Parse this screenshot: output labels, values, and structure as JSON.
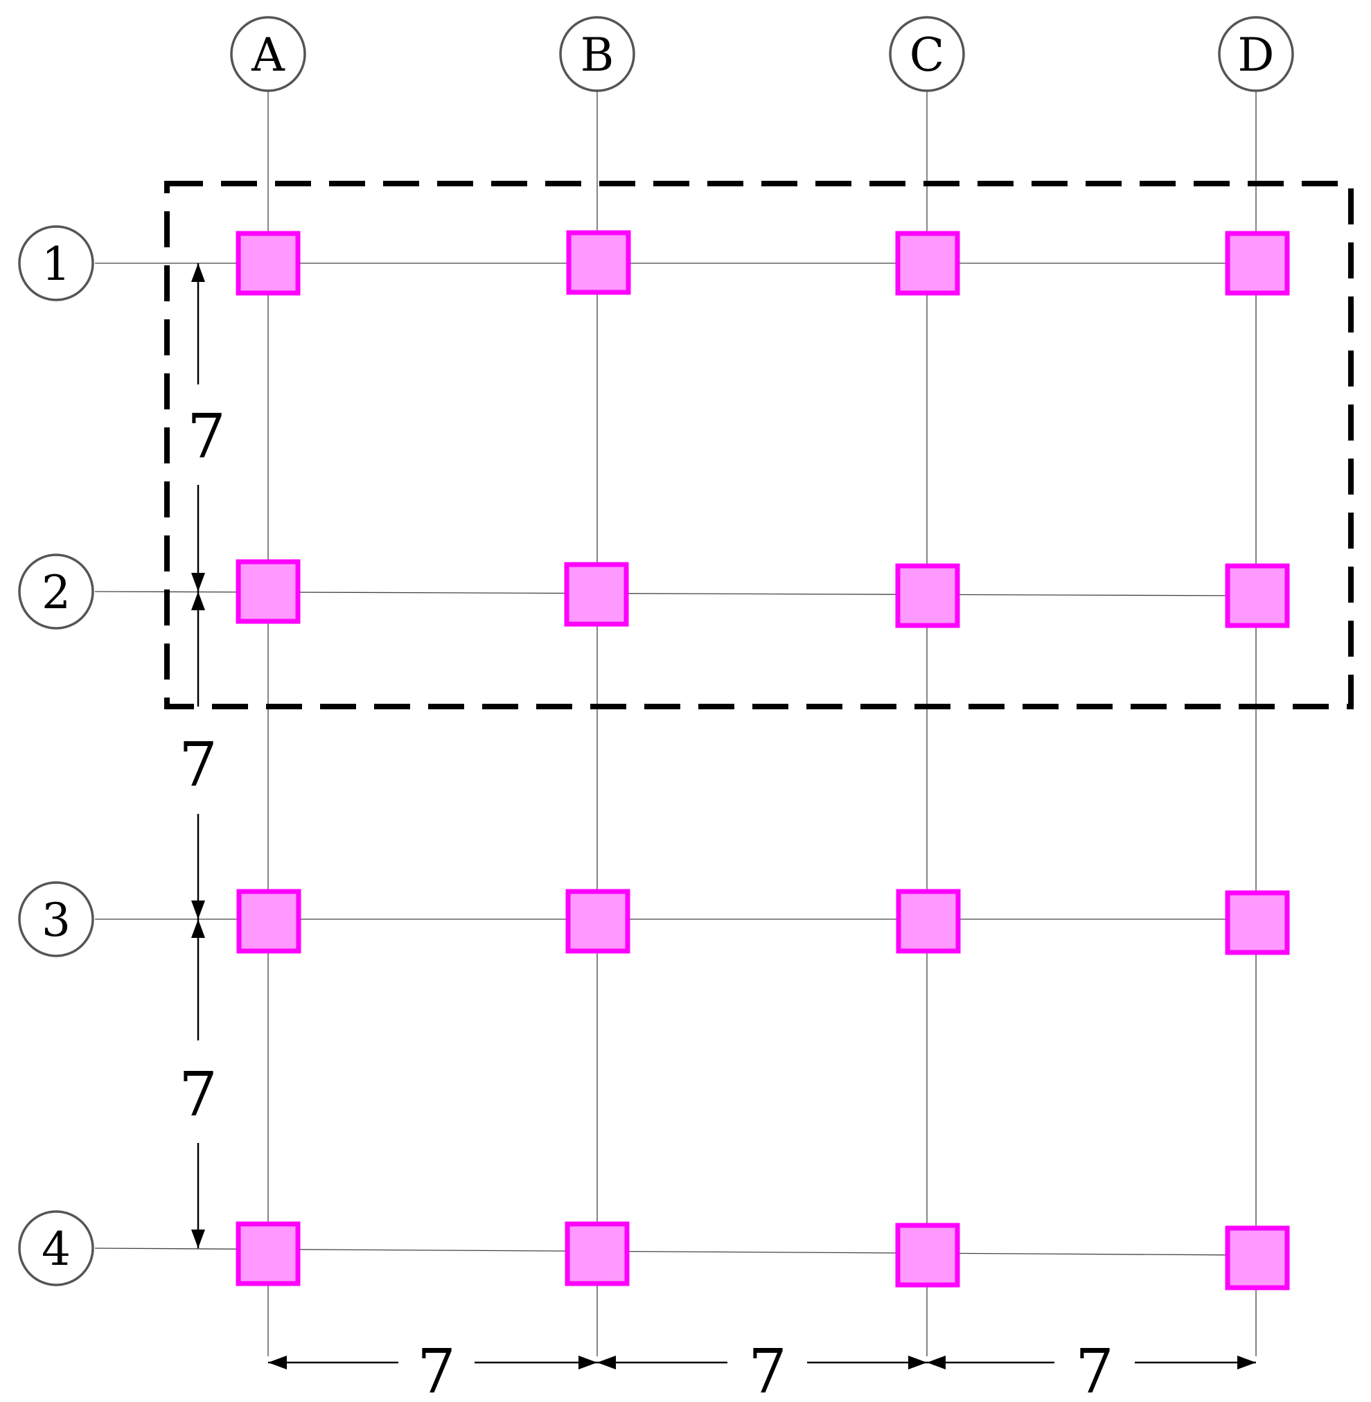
{
  "grid": {
    "columns": [
      "A",
      "B",
      "C",
      "D"
    ],
    "rows": [
      "1",
      "2",
      "3",
      "4"
    ]
  },
  "dimensions": {
    "horizontal": [
      "7",
      "7",
      "7"
    ],
    "vertical": [
      "7",
      "7",
      "7"
    ]
  },
  "colors": {
    "column_fill": "#ff99ff",
    "column_stroke": "#ff00ff",
    "outline": "#000000"
  }
}
